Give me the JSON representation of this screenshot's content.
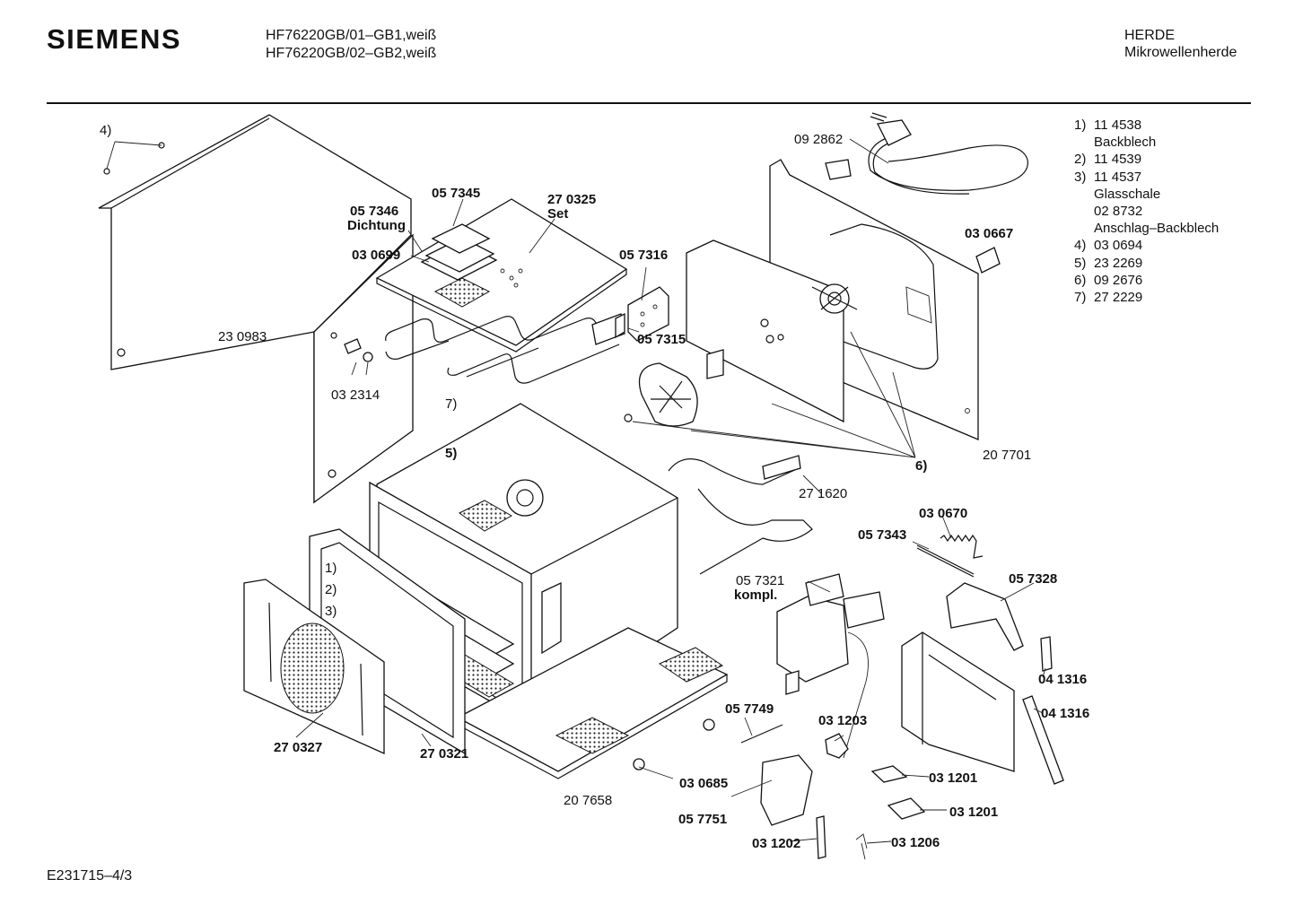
{
  "header": {
    "brand": "SIEMENS",
    "model_line_1": "HF76220GB/01–GB1,weiß",
    "model_line_2": "HF76220GB/02–GB2,weiß",
    "category": "HERDE",
    "subcategory": "Mikrowellenherde"
  },
  "legend": [
    {
      "num": "1)",
      "code": "11 4538",
      "desc": "Backblech"
    },
    {
      "num": "2)",
      "code": "11 4539",
      "desc": ""
    },
    {
      "num": "3)",
      "code": "11 4537",
      "desc": "Glasschale"
    },
    {
      "num": "",
      "code": "02 8732",
      "desc": "Anschlag–Backblech"
    },
    {
      "num": "4)",
      "code": "03 0694",
      "desc": ""
    },
    {
      "num": "5)",
      "code": "23 2269",
      "desc": ""
    },
    {
      "num": "6)",
      "code": "09 2676",
      "desc": ""
    },
    {
      "num": "7)",
      "code": "27 2229",
      "desc": ""
    }
  ],
  "labels": {
    "l4": "4)",
    "l057345": "05 7345",
    "l270325": "27 0325",
    "l270325set": "Set",
    "l057346": "05 7346",
    "l057346d": "Dichtung",
    "l030699": "03 0699",
    "l092862": "09 2862",
    "l030667": "03 0667",
    "l057316": "05 7316",
    "l057315": "05 7315",
    "l230983": "23 0983",
    "l032314": "03 2314",
    "l7": "7)",
    "l5": "5)",
    "l6": "6)",
    "l207701": "20 7701",
    "l271620": "27 1620",
    "l030670": "03 0670",
    "l057343": "05 7343",
    "l057321": "05 7321",
    "l057321k": "kompl.",
    "l057328": "05 7328",
    "l1": "1)",
    "l2": "2)",
    "l3": "3)",
    "l041316a": "04 1316",
    "l041316b": "04 1316",
    "l057749": "05 7749",
    "l031203": "03 1203",
    "l270327": "27 0327",
    "l270321": "27 0321",
    "l030685": "03 0685",
    "l207658": "20 7658",
    "l031201a": "03 1201",
    "l031201b": "03 1201",
    "l057751": "05 7751",
    "l031202": "03 1202",
    "l031206": "03 1206"
  },
  "footer": {
    "doc_number": "E231715–4/3"
  }
}
